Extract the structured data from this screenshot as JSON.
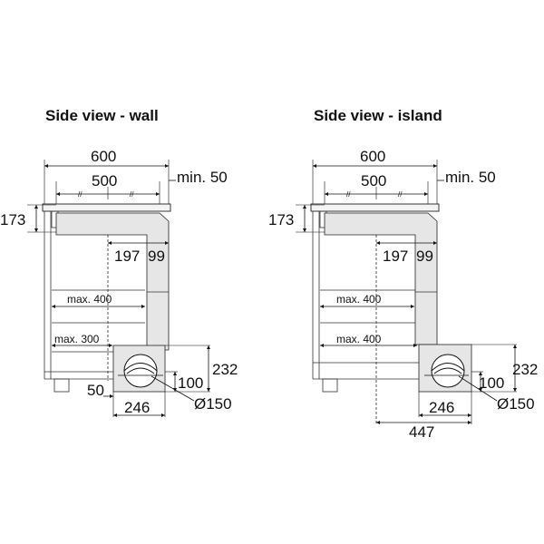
{
  "wall": {
    "title": "Side view - wall",
    "w600": "600",
    "w500": "500",
    "min50": "min. 50",
    "h173": "173",
    "d197": "197",
    "d99": "99",
    "max400": "max. 400",
    "max300": "max. 300",
    "h232": "232",
    "h100": "100",
    "d50": "50",
    "w246": "246",
    "dia150": "Ø150",
    "tick": "//"
  },
  "island": {
    "title": "Side view - island",
    "w600": "600",
    "w500": "500",
    "min50": "min. 50",
    "h173": "173",
    "d197": "197",
    "d99": "99",
    "max400a": "max. 400",
    "max400b": "max. 400",
    "h232": "232",
    "h100": "100",
    "w246": "246",
    "dia150": "Ø150",
    "w447": "447",
    "tick": "//"
  }
}
